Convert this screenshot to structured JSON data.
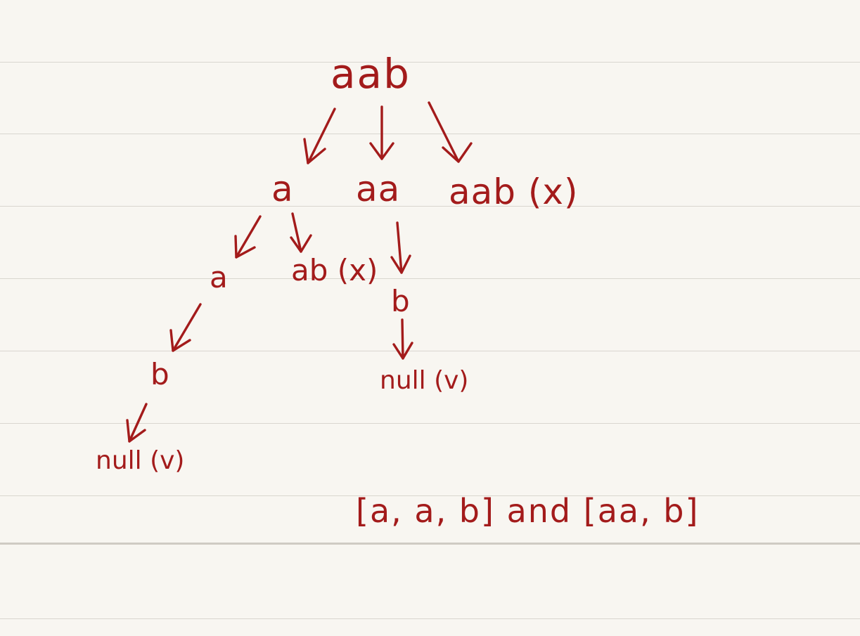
{
  "diagram": {
    "ink_color": "#a31b1b",
    "paper_color": "#f8f6f1",
    "rule_color": "#d9d6cf",
    "nodes": {
      "root": "aab",
      "l1_a": "a",
      "l1_aa": "aa",
      "l1_aab": "aab (x)",
      "l2_a": "a",
      "l2_ab": "ab (x)",
      "l2_b": "b",
      "l3_b": "b",
      "l3_null": "null (v)",
      "l4_null": "null (v)"
    },
    "edges": [
      [
        "root",
        "l1_a"
      ],
      [
        "root",
        "l1_aa"
      ],
      [
        "root",
        "l1_aab"
      ],
      [
        "l1_a",
        "l2_a"
      ],
      [
        "l1_a",
        "l2_ab"
      ],
      [
        "l1_aa",
        "l2_b"
      ],
      [
        "l2_a",
        "l3_b"
      ],
      [
        "l2_b",
        "l3_null"
      ],
      [
        "l3_b",
        "l4_null"
      ]
    ],
    "result": "[a, a, b] and [aa, b]"
  }
}
